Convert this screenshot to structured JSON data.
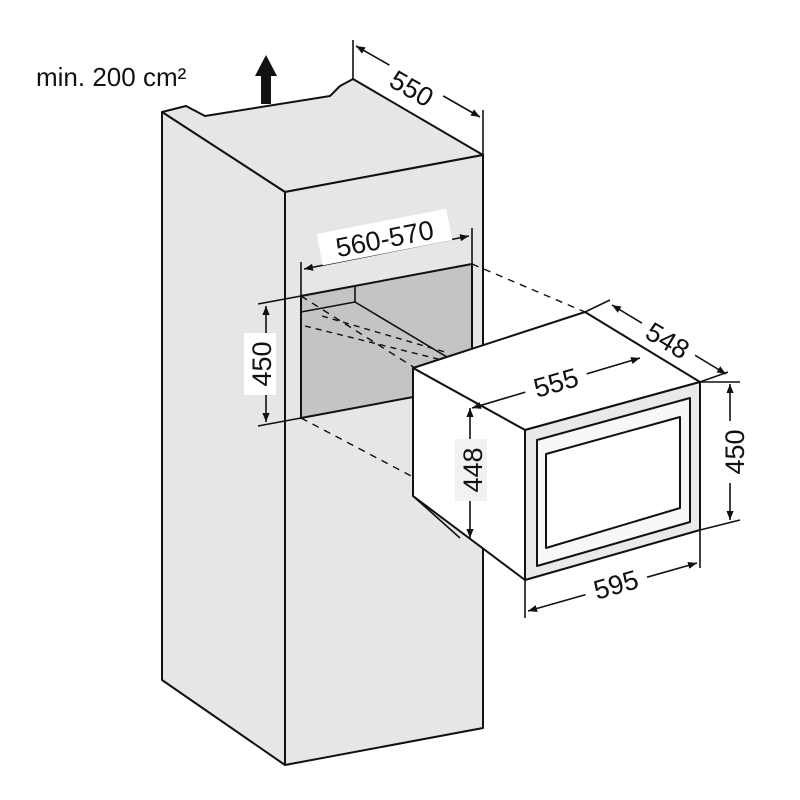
{
  "diagram": {
    "ventilation_note": "min. 200 cm²",
    "colors": {
      "cabinet_fill": "#e6e6e6",
      "niche_fill": "#c4c4c4",
      "appliance_side": "#ffffff",
      "appliance_front": "#e9e9e9",
      "line": "#111111"
    },
    "dimensions": {
      "cabinet_depth": "550",
      "niche_width": "560-570",
      "niche_height": "450",
      "appliance_depth": "548",
      "appliance_body_width": "555",
      "appliance_body_height": "448",
      "front_height": "450",
      "front_width": "595"
    }
  }
}
